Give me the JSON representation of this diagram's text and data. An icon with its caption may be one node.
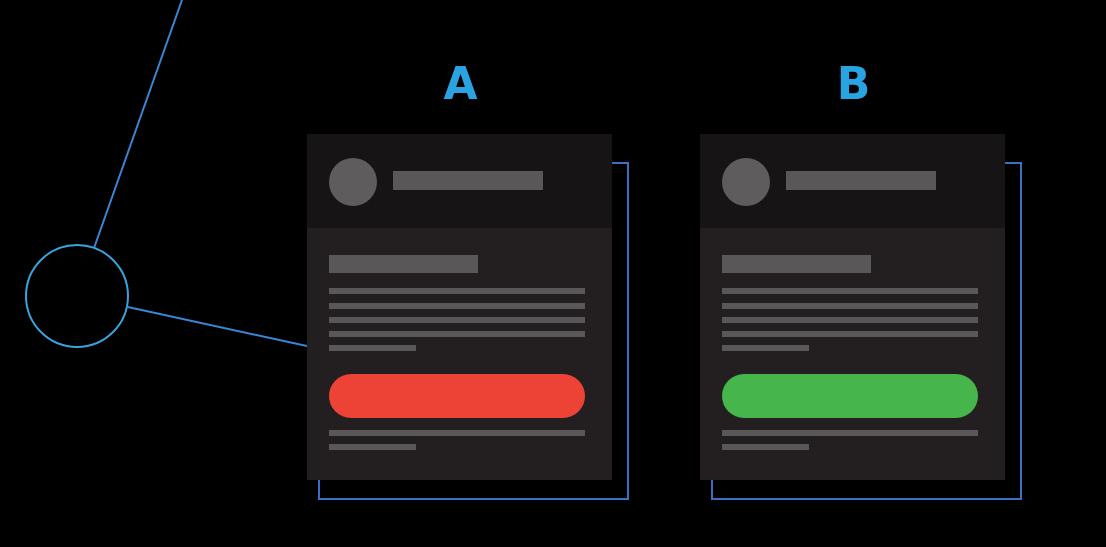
{
  "diagram": {
    "nodes": [
      {
        "text": [],
        "shape": "circle"
      },
      {
        "text": [
          "A"
        ]
      },
      {
        "text": [
          "B"
        ]
      }
    ],
    "edges": [
      {
        "from": null,
        "to": 0,
        "arrow": "none"
      },
      {
        "from": 0,
        "to": 1,
        "arrow": "none"
      }
    ]
  }
}
